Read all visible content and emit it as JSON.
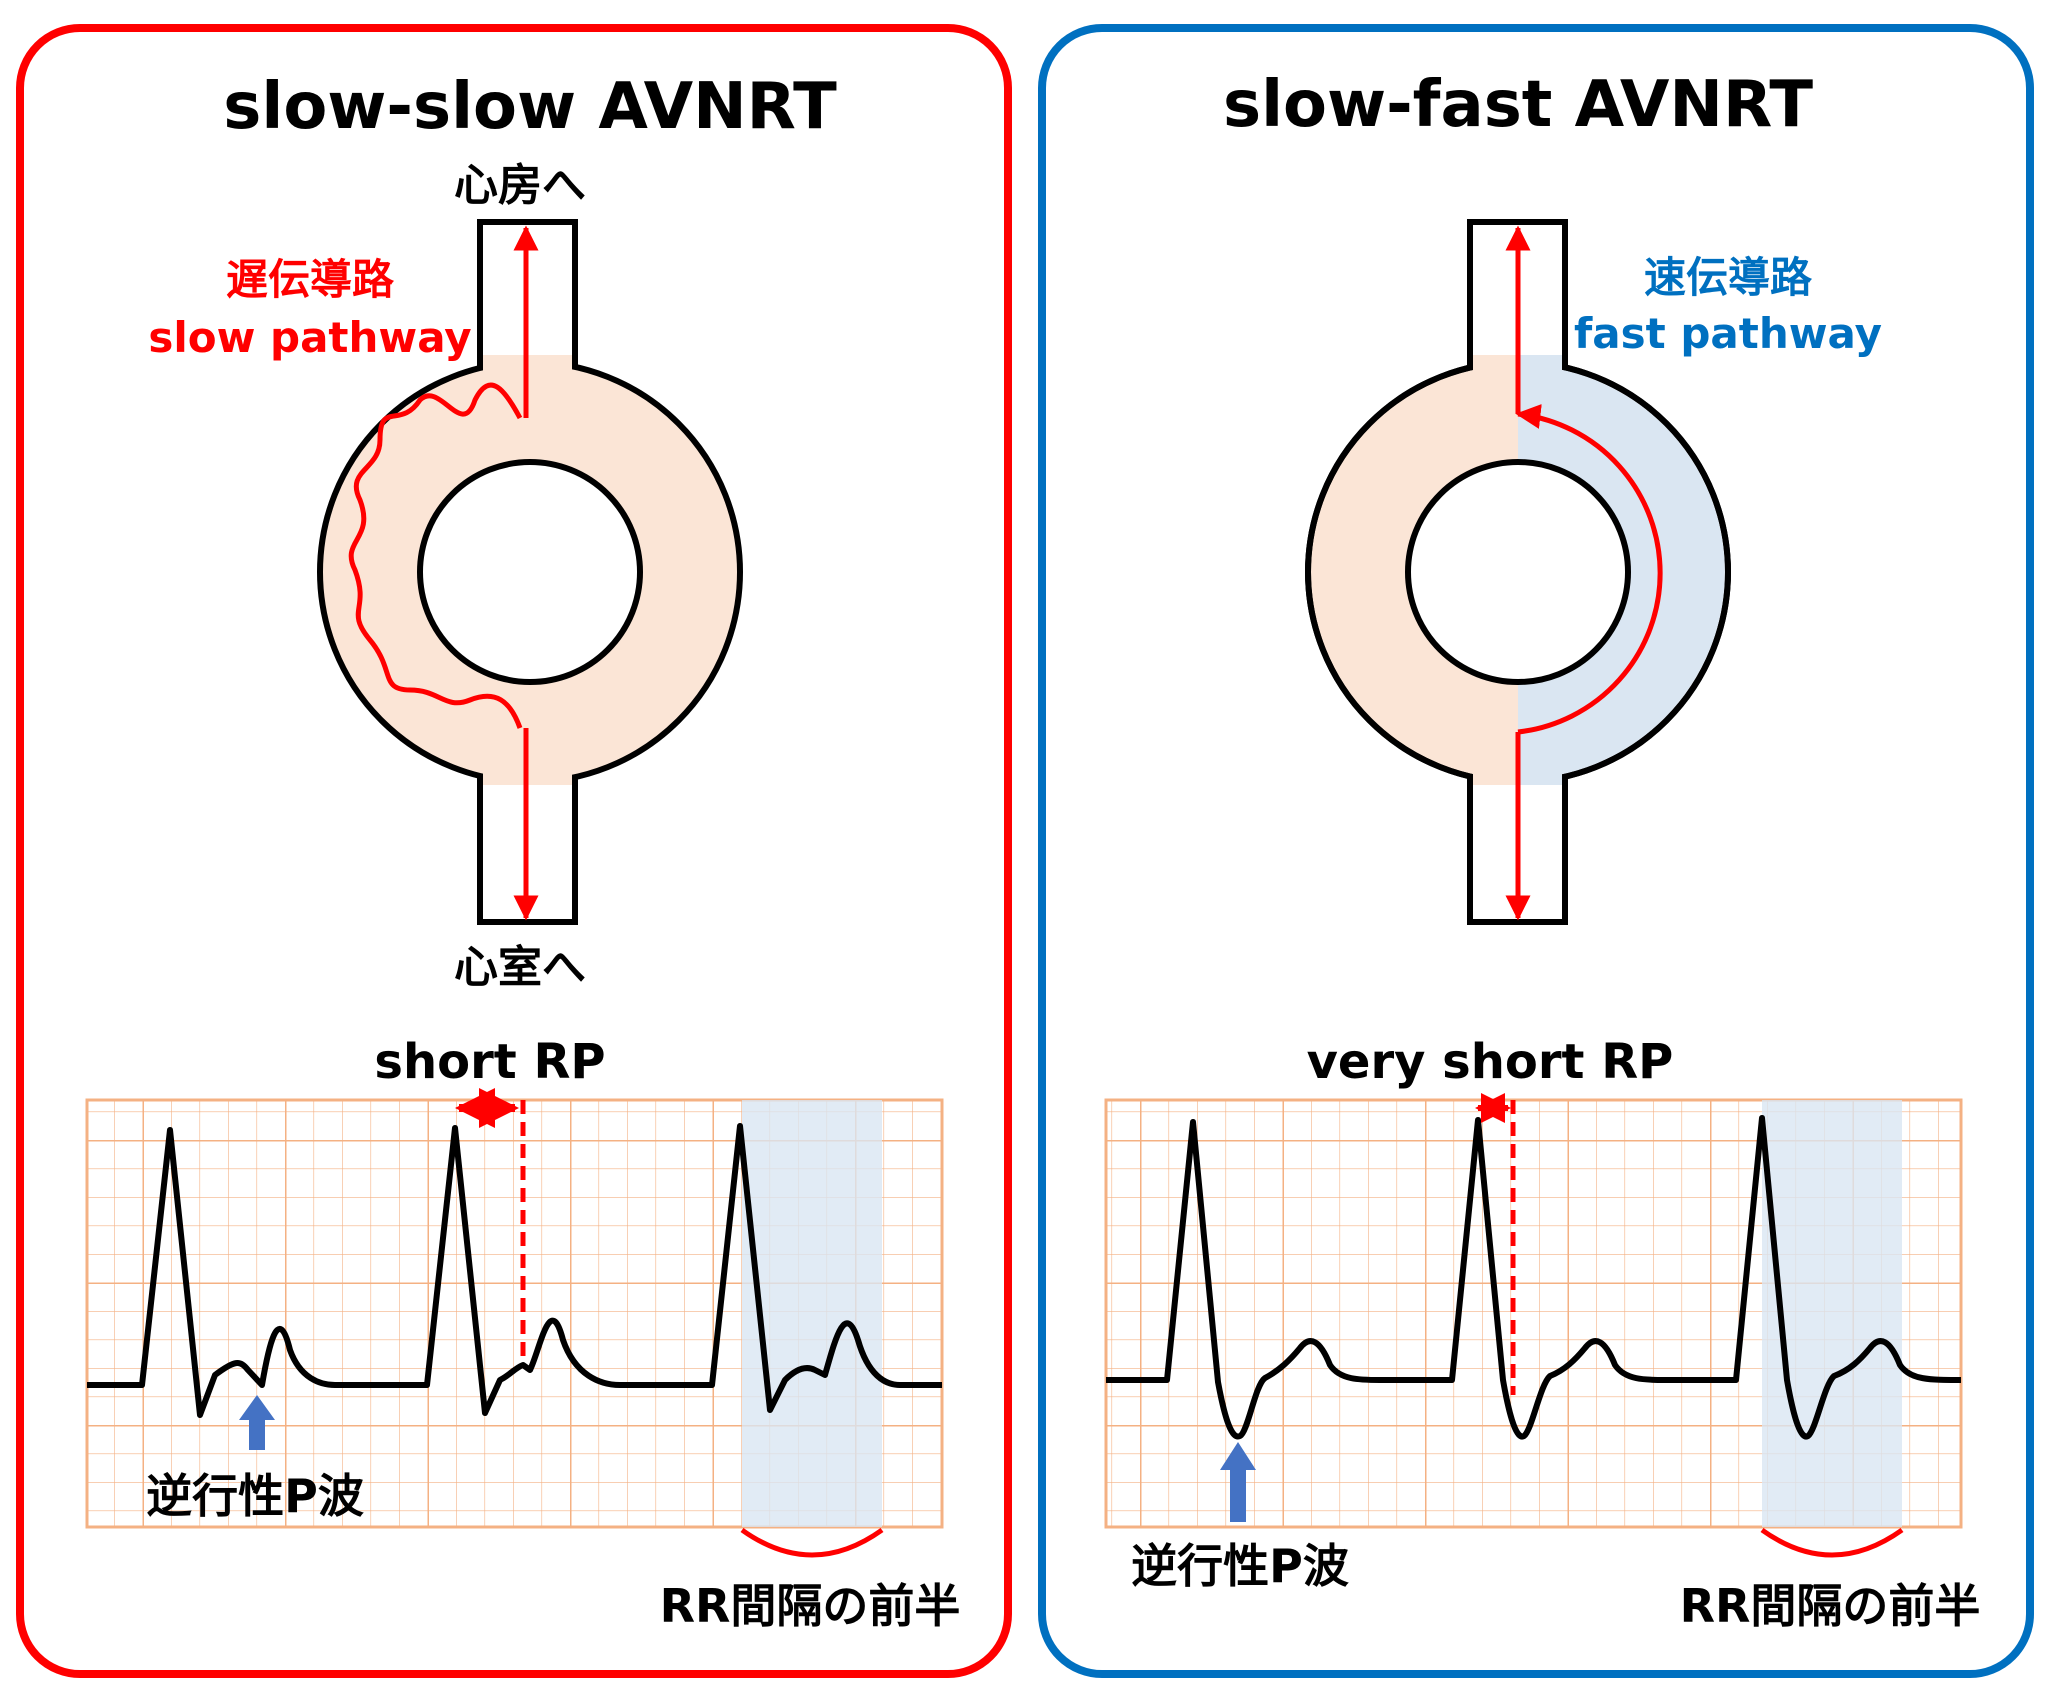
{
  "colors": {
    "red": "#ff0000",
    "blue": "#0070c0",
    "arrow_blue": "#4472c4",
    "ring_fill": "#fbe5d6",
    "fast_fill": "#dae6f2",
    "grid": "#f4b183",
    "shade": "#dae6f2",
    "ink": "#000000"
  },
  "left_panel": {
    "title": "slow-slow AVNRT",
    "top_label": "心房へ",
    "bottom_label": "心室へ",
    "pathway_jp": "遅伝導路",
    "pathway_en": "slow pathway",
    "rp_label": "short RP",
    "p_wave_label": "逆行性P波",
    "rr_label": "RR間隔の前半"
  },
  "right_panel": {
    "title": "slow-fast AVNRT",
    "pathway_jp": "速伝導路",
    "pathway_en": "fast pathway",
    "rp_label": "very short RP",
    "p_wave_label": "逆行性P波",
    "rr_label": "RR間隔の前半"
  }
}
